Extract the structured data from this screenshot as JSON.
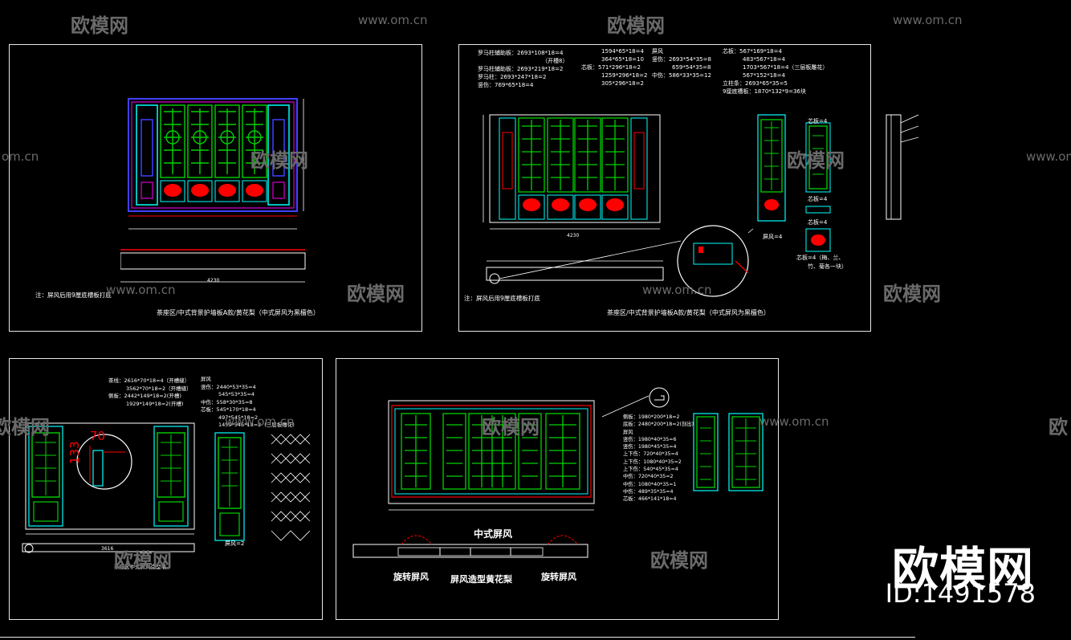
{
  "watermarks": {
    "brand": "欧模网",
    "site": "www.om.cn",
    "site_partial": "om.cn",
    "partial_left": "欧模网",
    "partial_right": "欧"
  },
  "logo": {
    "text": "欧模网",
    "id": "ID:1491578"
  },
  "sheet1": {
    "note": "注：屏风后用9厘底槽板打底",
    "title": "茶座区/中式背景护墙板A款/黄花梨（中式屏风为黑檀色）",
    "dim_total": "4230"
  },
  "sheet2": {
    "note": "注：屏风后用9厘底槽板打底",
    "title": "茶座区/中式背景护墙板A款/黄花梨（中式屏风为黑檀色）",
    "specs_col1": [
      "罗马柱辅助板：2693*108*18=4",
      "（开槽8）",
      "罗马柱辅助板：2693*219*18=2",
      "罗马柱：2693*247*18=2",
      "竖伤：769*65*18=4"
    ],
    "specs_col2": [
      "1594*65*18=4",
      "364*65*18=10",
      "芯板：571*296*18=2",
      "1259*296*18=2",
      "305*296*18=2"
    ],
    "specs_col3": [
      "屏风",
      "竖伤：2693*54*35=8",
      "659*54*35=8",
      "中伤：586*33*35=12"
    ],
    "specs_col4": [
      "芯板：567*169*18=4",
      "483*567*18=4",
      "1703*567*18=4（三层板雕花）",
      "567*152*18=4",
      "立柱条：2693*65*35=5",
      "9厘底槽板：1870*132*9=36块"
    ],
    "label_pf": "屏风=4",
    "label_xb1": "芯板=4",
    "label_xb2": "芯板=4",
    "label_xb3": "芯板=4",
    "label_xb4": "芯板=4（梅、兰、",
    "label_xb5": "竹、菊各一块）",
    "dim_total": "4230"
  },
  "sheet3": {
    "specs_left": [
      "茶线：2616*70*18=4（开槽缝）",
      "3562*70*18=2（开槽缝）",
      "侧板：2442*149*18=2(开槽)",
      "1929*149*18=2(开槽)"
    ],
    "specs_right": [
      "屏风",
      "竖伤：2440*53*35=4",
      "545*53*35=4",
      "中伤：558*30*35=8",
      "芯板：545*170*18=4",
      "497*545*18=2",
      "1459*545*18=2（三层板雕花）"
    ],
    "detail_a": "70",
    "detail_b": "133",
    "label_pf": "屏风=2",
    "caption": "茶座区中式屏风造型墙",
    "dim_total": "3616"
  },
  "sheet4": {
    "specs": [
      "侧板：1980*200*18=2",
      "底板：2480*200*18=2(剖出)",
      "屏风",
      "竖伤：1980*40*35=6",
      "竖伤：1980*45*35=4",
      "上下伤：720*40*35=4",
      "上下伤：1080*40*35=2",
      "上下伤：540*45*35=4",
      "中伤：720*40*35=2",
      "中伤：1080*40*35=1",
      "中伤：489*35*35=4",
      "芯板：466*141*18=4"
    ],
    "label_center": "中式屏风",
    "label_rot_left": "旋转屏风",
    "label_mid": "屏风造型黄花梨",
    "label_rot_right": "旋转屏风"
  },
  "colors": {
    "background": "#000000",
    "frame": "#e8e8e8",
    "cad_green": "#00d200",
    "cad_cyan": "#00ffff",
    "cad_blue": "#4040ff",
    "cad_magenta": "#ff00ff",
    "cad_red": "#ff0000",
    "cad_yellow": "#ffff00",
    "cad_white": "#ffffff",
    "watermark": "#6a6a6a"
  }
}
